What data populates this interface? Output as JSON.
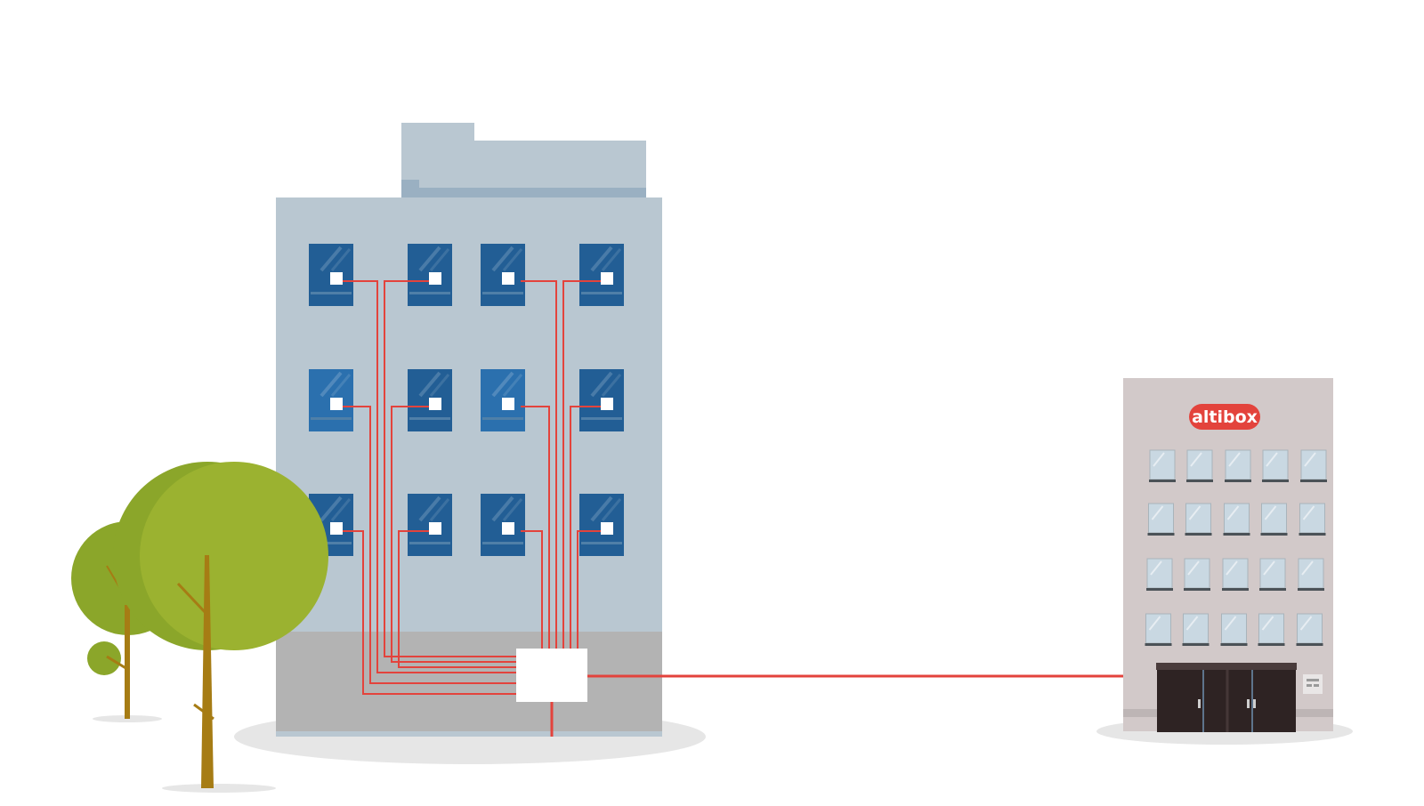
{
  "diagram": {
    "building": {
      "rows": 3,
      "cols": 4,
      "facade_color": "#b9c7d1",
      "base_color": "#b3b3b3",
      "roof_color": "#b9c7d1",
      "roof_shadow_color": "#9ab0c2",
      "window_color": "#225e95",
      "window_light_color": "#2b70ae",
      "outlet_color": "#ffffff"
    },
    "cable_color": "#e3433c",
    "distribution_box_color": "#ffffff",
    "provider": {
      "logo_text": "altibox",
      "logo_color": "#e3433c",
      "facade_color": "#d2c9c9",
      "window_color": "#c9d8e2",
      "door_color": "#2e2323"
    },
    "trees": {
      "foliage_dark": "#8ba62a",
      "foliage_light": "#9bb230",
      "trunk_color": "#a67c14"
    },
    "shadow_color": "#e6e6e6"
  }
}
